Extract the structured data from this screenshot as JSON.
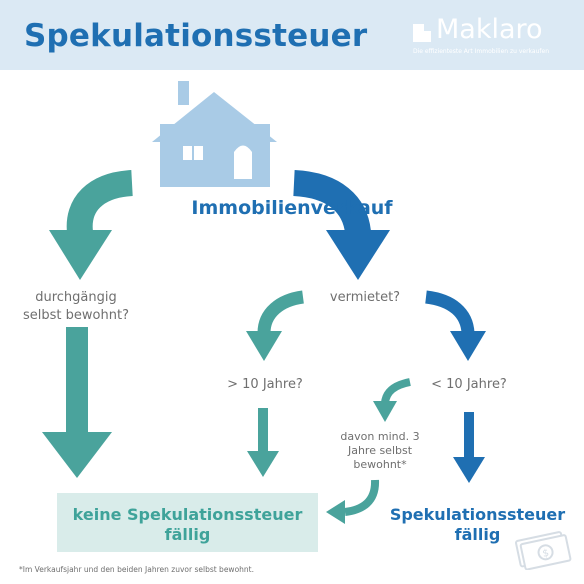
{
  "header": {
    "title": "Spekulationssteuer",
    "brand_name": "Maklaro",
    "brand_tagline": "Die effizienteste Art Immobilien zu verkaufen"
  },
  "icons": [
    "house-icon",
    "money-icon"
  ],
  "colors": {
    "header_bg": "#dbe9f4",
    "blue": "#1f6fb2",
    "teal": "#4aa39c",
    "light_blue": "#a9cbe6",
    "green_box": "#d9ecea"
  },
  "diagram": {
    "start": "Immobilienverkauf",
    "question_self_occupied_line1": "durchgängig",
    "question_self_occupied_line2": "selbst bewohnt?",
    "question_rented": "vermietet?",
    "more_than_10": "> 10 Jahre?",
    "less_than_10": "< 10 Jahre?",
    "min3_line1": "davon mind. 3",
    "min3_line2": "Jahre selbst",
    "min3_line3": "bewohnt*",
    "result_free_line1": "keine Spekulationssteuer",
    "result_free_line2": "fällig",
    "result_due_line1": "Spekulationssteuer",
    "result_due_line2": "fällig"
  },
  "footnote": "*Im Verkaufsjahr und den beiden Jahren zuvor selbst bewohnt."
}
